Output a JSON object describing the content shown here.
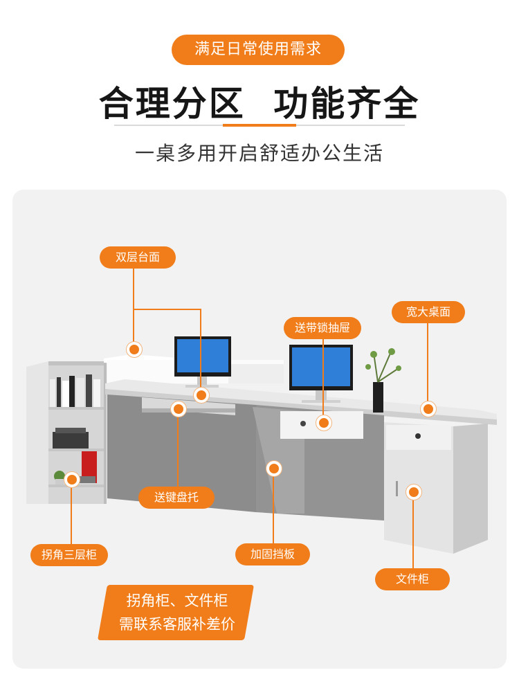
{
  "header": {
    "tagline": "满足日常使用需求",
    "headline_part1": "合理分区",
    "headline_part2": "功能齐全",
    "subtitle": "一桌多用开启舒适办公生活"
  },
  "callouts": {
    "double_top": "双层台面",
    "locking_drawer": "送带锁抽屉",
    "wide_desktop": "宽大桌面",
    "keyboard_tray": "送键盘托",
    "corner_shelf": "拐角三层柜",
    "modesty_panel": "加固挡板",
    "file_cabinet": "文件柜"
  },
  "banner": {
    "line1": "拐角柜、文件柜",
    "line2": "需联系客服补差价"
  },
  "colors": {
    "accent": "#f07d1a",
    "panel": "#f2f2f2",
    "desk_gray": "#8a8a8a",
    "desk_white": "#f4f4f4"
  }
}
